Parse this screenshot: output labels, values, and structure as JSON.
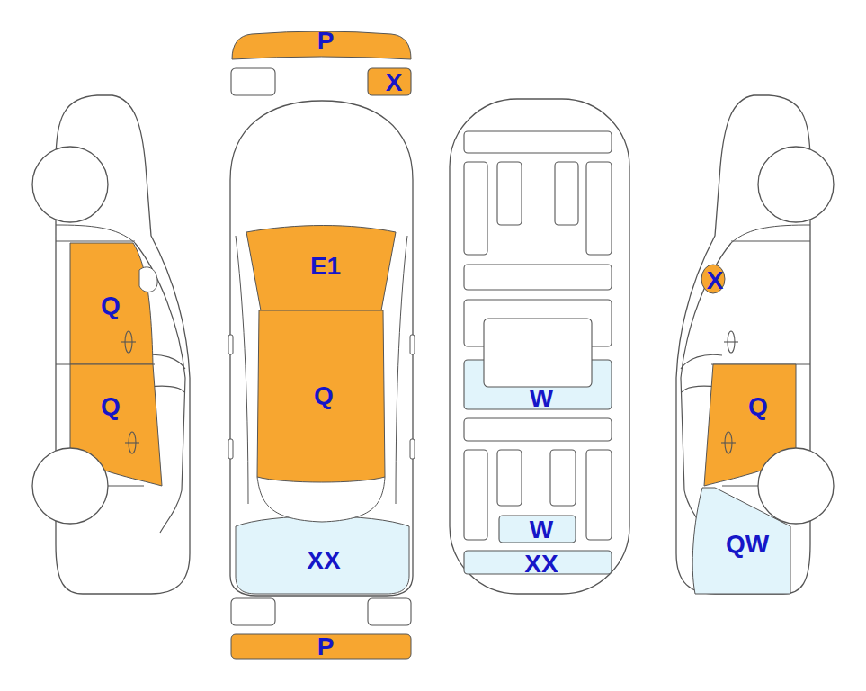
{
  "diagram": {
    "labels": [
      "Q",
      "Q",
      "P",
      "X",
      "E1",
      "Q",
      "XX",
      "P",
      "W",
      "W",
      "XX",
      "X",
      "Q",
      "QW"
    ]
  }
}
